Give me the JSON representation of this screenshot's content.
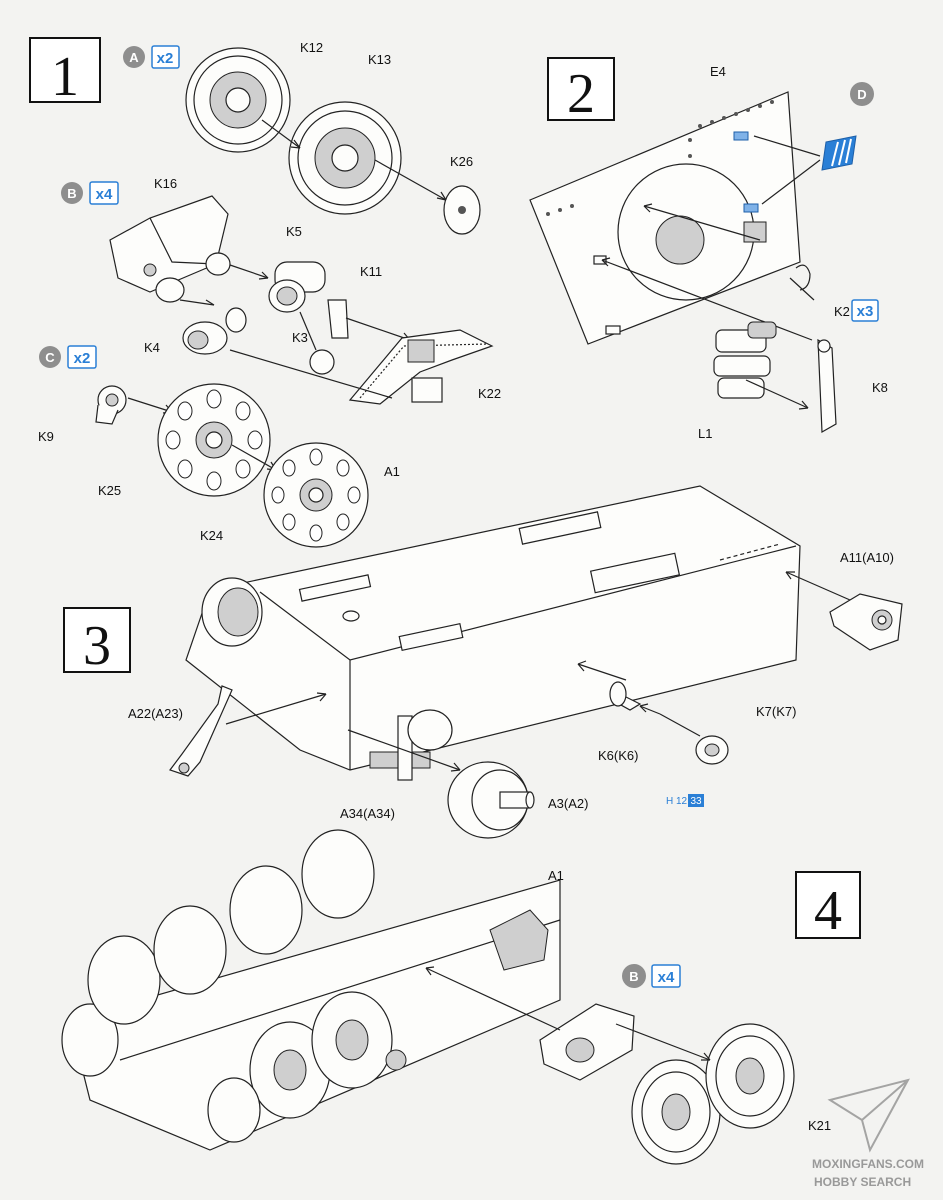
{
  "steps": [
    "1",
    "2",
    "3",
    "4"
  ],
  "badges": {
    "A": {
      "letter": "A",
      "mult": "x2"
    },
    "B": {
      "letter": "B",
      "mult": "x4"
    },
    "C": {
      "letter": "C",
      "mult": "x2"
    },
    "D": {
      "letter": "D"
    },
    "B4": {
      "letter": "B",
      "mult": "x4"
    }
  },
  "labels": {
    "K12": "K12",
    "K13": "K13",
    "K26": "K26",
    "K16": "K16",
    "K5": "K5",
    "K11": "K11",
    "K3": "K3",
    "K4": "K4",
    "K22": "K22",
    "K9": "K9",
    "K25": "K25",
    "K24": "K24",
    "E4": "E4",
    "K2": "K2",
    "K2_mult": "x3",
    "K8": "K8",
    "L1": "L1",
    "A1": "A1",
    "A11": "A11(A10)",
    "A22": "A22(A23)",
    "A34": "A34(A34)",
    "A3": "A3(A2)",
    "K6": "K6(K6)",
    "K7": "K7(K7)",
    "H": "H",
    "H_part": "12",
    "H_num": "33",
    "A1b": "A1",
    "K21": "K21"
  },
  "watermark": {
    "line1": "MOXINGFANS.COM",
    "line2": "HOBBY SEARCH"
  },
  "colors": {
    "badge_gray": "#8e8e8e",
    "accent_blue": "#2a7fd6",
    "paper": "#f3f3f1",
    "ink": "#222222"
  }
}
